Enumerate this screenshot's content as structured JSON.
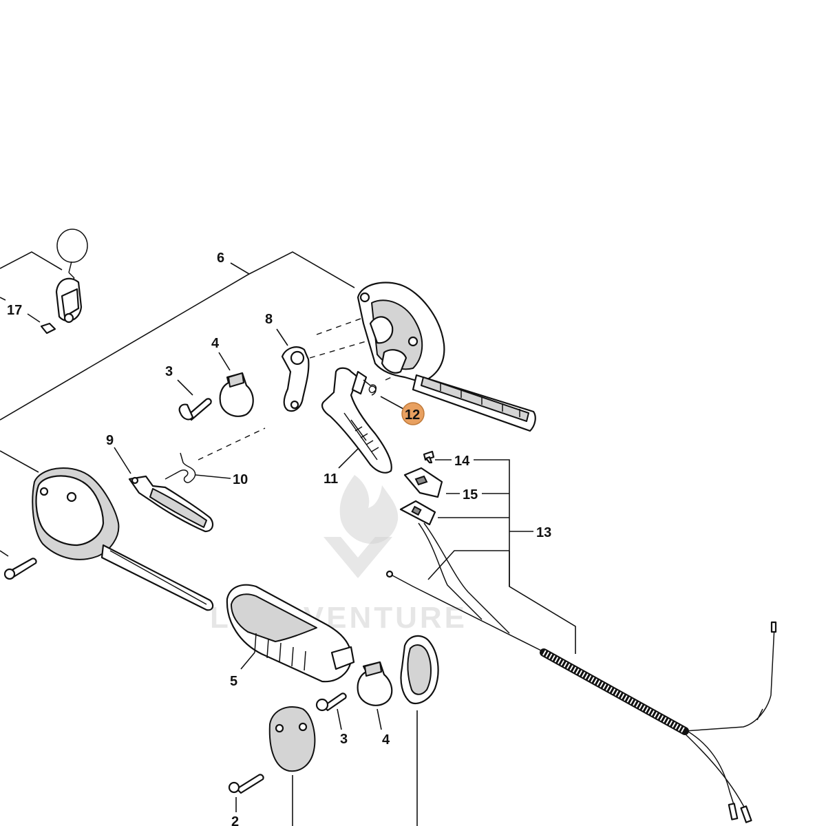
{
  "diagram": {
    "callouts": [
      {
        "id": "c6",
        "text": "6"
      },
      {
        "id": "c17",
        "text": "17"
      },
      {
        "id": "c8",
        "text": "8"
      },
      {
        "id": "c4a",
        "text": "4"
      },
      {
        "id": "c3a",
        "text": "3"
      },
      {
        "id": "c12",
        "text": "12",
        "highlighted": true
      },
      {
        "id": "c9",
        "text": "9"
      },
      {
        "id": "c10",
        "text": "10"
      },
      {
        "id": "c11",
        "text": "11"
      },
      {
        "id": "c14",
        "text": "14"
      },
      {
        "id": "c15",
        "text": "15"
      },
      {
        "id": "c13",
        "text": "13"
      },
      {
        "id": "c5",
        "text": "5"
      },
      {
        "id": "c3b",
        "text": "3"
      },
      {
        "id": "c4b",
        "text": "4"
      },
      {
        "id": "c2",
        "text": "2"
      }
    ],
    "highlight_color": "#e8a060",
    "highlight_stroke": "#c07a3a",
    "watermark": {
      "text": "LEADVENTURE"
    }
  }
}
